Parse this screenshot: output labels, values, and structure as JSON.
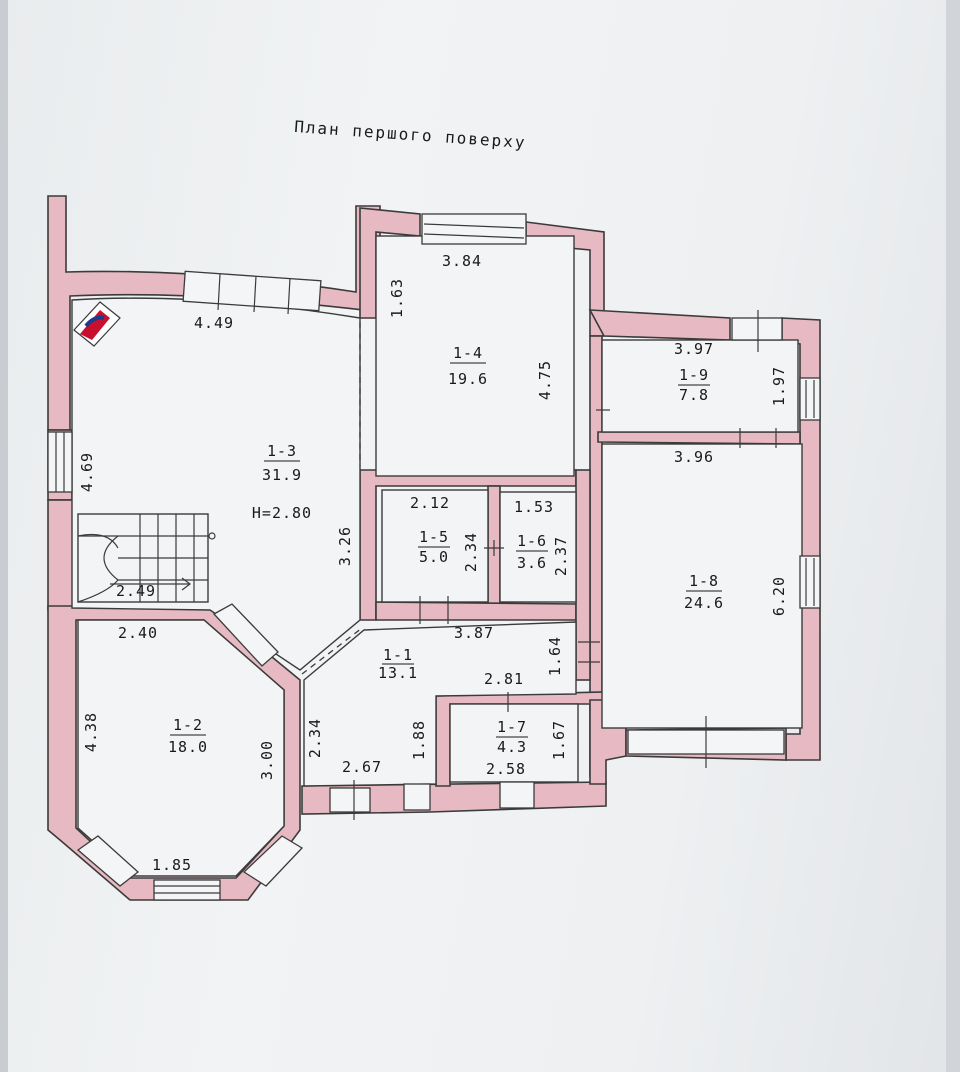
{
  "title": "План першого поверху",
  "rooms": [
    {
      "id": "1-1",
      "area": "13.1"
    },
    {
      "id": "1-2",
      "area": "18.0"
    },
    {
      "id": "1-3",
      "area": "31.9"
    },
    {
      "id": "1-4",
      "area": "19.6"
    },
    {
      "id": "1-5",
      "area": "5.0"
    },
    {
      "id": "1-6",
      "area": "3.6"
    },
    {
      "id": "1-7",
      "area": "4.3"
    },
    {
      "id": "1-8",
      "area": "24.6"
    },
    {
      "id": "1-9",
      "area": "7.8"
    }
  ],
  "ceiling_height": "H=2.80",
  "dimensions": {
    "d_4_49": "4.49",
    "d_4_69": "4.69",
    "d_2_49": "2.49",
    "d_3_26": "3.26",
    "d_1_63": "1.63",
    "d_3_84": "3.84",
    "d_4_75": "4.75",
    "d_3_97": "3.97",
    "d_1_97": "1.97",
    "d_3_96": "3.96",
    "d_6_20": "6.20",
    "d_2_12": "2.12",
    "d_2_34a": "2.34",
    "d_1_53": "1.53",
    "d_2_37": "2.37",
    "d_3_87": "3.87",
    "d_1_64": "1.64",
    "d_2_81": "2.81",
    "d_1_67": "1.67",
    "d_2_58": "2.58",
    "d_1_88": "1.88",
    "d_2_34b": "2.34",
    "d_2_67": "2.67",
    "d_2_40": "2.40",
    "d_4_38": "4.38",
    "d_3_00": "3.00",
    "d_1_85": "1.85"
  }
}
